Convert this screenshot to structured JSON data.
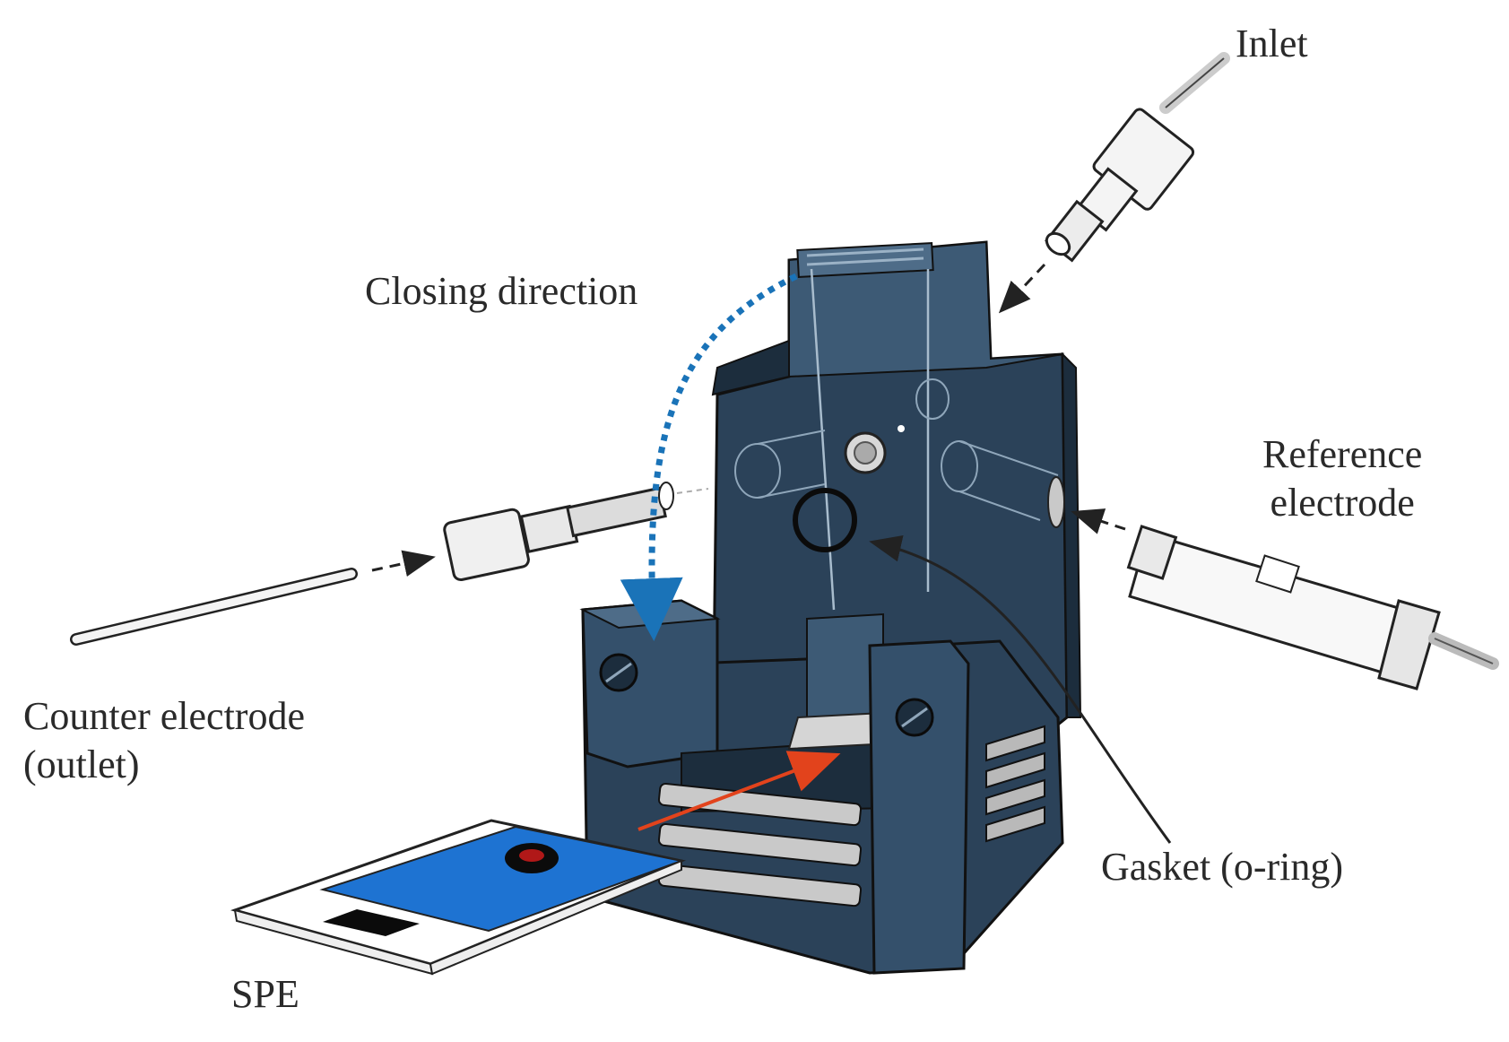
{
  "labels": {
    "inlet": "Inlet",
    "closing_direction": "Closing direction",
    "reference_line1": "Reference",
    "reference_line2": "electrode",
    "counter_line1": "Counter electrode",
    "counter_line2": "(outlet)",
    "gasket": "Gasket (o-ring)",
    "spe": "SPE"
  },
  "colors": {
    "cell_body": "#2b4259",
    "cell_dark": "#1c2d3d",
    "cell_light": "#3d5a75",
    "spe_blue": "#1e73d2",
    "closing_arrow": "#1a73b8",
    "insert_arrow": "#e2431c"
  }
}
